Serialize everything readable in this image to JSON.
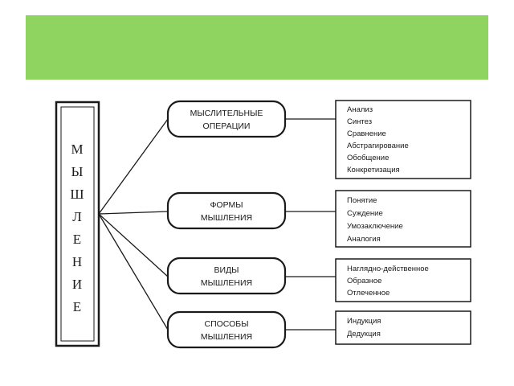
{
  "colors": {
    "banner": "#8fd360",
    "ink": "#1a1a1a",
    "background": "#ffffff"
  },
  "main": {
    "title_letters": [
      "М",
      "Ы",
      "Ш",
      "Л",
      "Е",
      "Н",
      "И",
      "Е"
    ]
  },
  "categories": [
    {
      "lines": [
        "МЫСЛИТЕЛЬНЫЕ",
        "ОПЕРАЦИИ"
      ],
      "items": [
        "Анализ",
        "Синтез",
        "Сравнение",
        "Абстрагирование",
        "Обобщение",
        "Конкретизация"
      ]
    },
    {
      "lines": [
        "ФОРМЫ",
        "МЫШЛЕНИЯ"
      ],
      "items": [
        "Понятие",
        "Суждение",
        "Умозаключение",
        "Аналогия"
      ]
    },
    {
      "lines": [
        "ВИДЫ",
        "МЫШЛЕНИЯ"
      ],
      "items": [
        "Наглядно-действенное",
        "Образное",
        "Отлеченное"
      ]
    },
    {
      "lines": [
        "СПОСОБЫ",
        "МЫШЛЕНИЯ"
      ],
      "items": [
        "Индукция",
        "Дедукция"
      ]
    }
  ]
}
